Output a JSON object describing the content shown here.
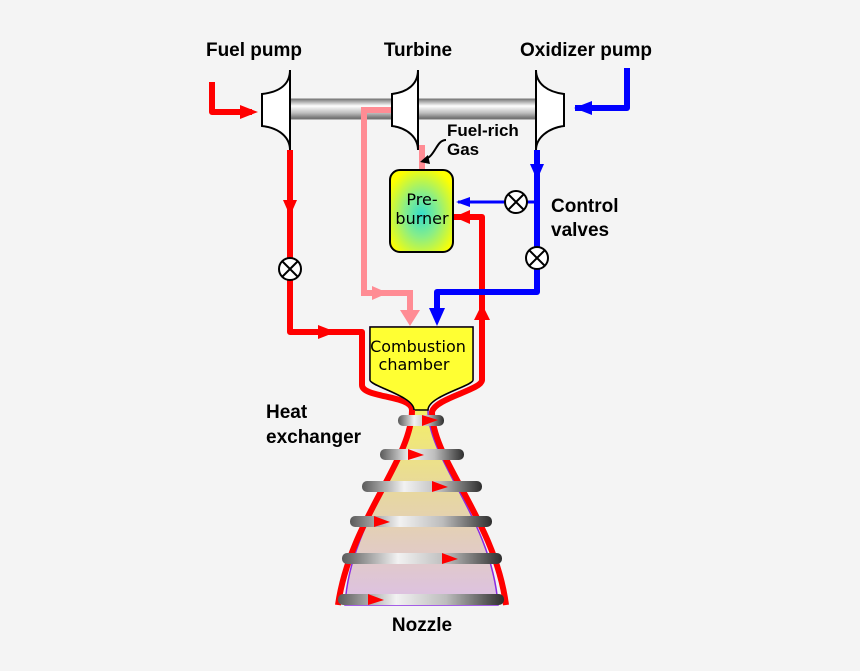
{
  "labels": {
    "fuel_pump": "Fuel pump",
    "turbine": "Turbine",
    "oxidizer_pump": "Oxidizer pump",
    "fuel_rich_gas_line1": "Fuel-rich",
    "fuel_rich_gas_line2": "Gas",
    "preburner_line1": "Pre-",
    "preburner_line2": "burner",
    "control_valves_line1": "Control",
    "control_valves_line2": "valves",
    "combustion_line1": "Combustion",
    "combustion_line2": "chamber",
    "heat_exchanger_line1": "Heat",
    "heat_exchanger_line2": "exchanger",
    "nozzle": "Nozzle"
  },
  "colors": {
    "background": "#f4f4f4",
    "fuel_line": "#ff0000",
    "oxidizer_line": "#0000ff",
    "turbine_exhaust_line": "#ff8c94",
    "chamber_fill": "#ffff33",
    "preburner_edge": "#ffff00",
    "preburner_center": "#33ddcc",
    "nozzle_bottom_fill": "#dcc0e6",
    "nozzle_outline": "#8a2be2"
  }
}
